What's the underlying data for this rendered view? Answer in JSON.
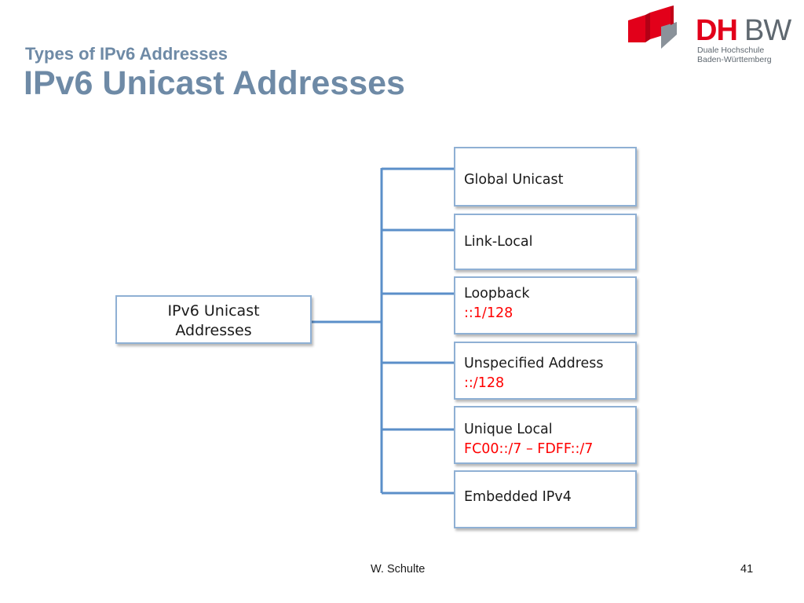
{
  "slide": {
    "subtitle": "Types of IPv6 Addresses",
    "title": "IPv6 Unicast Addresses"
  },
  "logo": {
    "dh": "DH",
    "bw": "BW",
    "line1": "Duale Hochschule",
    "line2": "Baden-Württemberg",
    "colors": {
      "red": "#e2001a",
      "gray": "#5f6870"
    }
  },
  "diagram": {
    "root": {
      "line1": "IPv6 Unicast",
      "line2": "Addresses"
    },
    "children": [
      {
        "label": "Global Unicast",
        "address": ""
      },
      {
        "label": "Link-Local",
        "address": ""
      },
      {
        "label": "Loopback",
        "address": "::1/128"
      },
      {
        "label": "Unspecified Address",
        "address": "::/128"
      },
      {
        "label": "Unique Local",
        "address": "FC00::/7 – FDFF::/7"
      },
      {
        "label": "Embedded IPv4",
        "address": ""
      }
    ],
    "colors": {
      "connector": "#5b8fc9",
      "border": "#8fb0d4",
      "address": "#ff0000"
    }
  },
  "footer": {
    "author": "W. Schulte",
    "page": "41"
  }
}
